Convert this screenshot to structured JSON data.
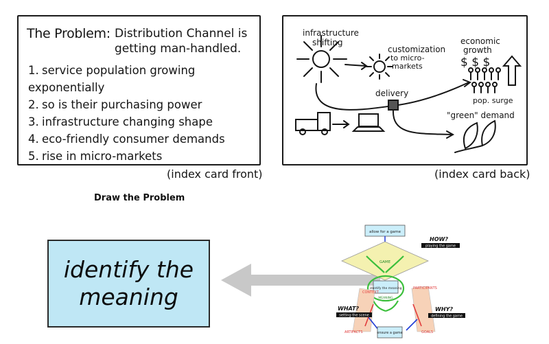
{
  "front_card": {
    "title_label": "The Problem:",
    "title_text": "Distribution Channel is getting man-handled.",
    "items": [
      {
        "num": "1.",
        "text": "service population growing exponentially"
      },
      {
        "num": "2.",
        "text": "so is their purchasing power"
      },
      {
        "num": "3.",
        "text": "infrastructure changing shape"
      },
      {
        "num": "4.",
        "text": "eco-friendly consumer demands"
      },
      {
        "num": "5.",
        "text": "rise in micro-markets"
      }
    ],
    "caption": "(index card front)"
  },
  "back_card": {
    "labels": {
      "infrastructure": "infrastructure",
      "shifting": "shifting",
      "customization": "customization",
      "to_micro": "to micro-",
      "markets": "markets",
      "economic": "economic",
      "growth": "growth",
      "dollars": "$ $ $",
      "pop_surge": "pop. surge",
      "delivery": "delivery",
      "green_demand": "\"green\" demand"
    },
    "caption": "(index card back)"
  },
  "section_title": "Draw the Problem",
  "meaning_box": {
    "text": "identify the meaning"
  },
  "mini_diagram": {
    "how_title": "HOW?",
    "how_sub": "playing the game",
    "what_title": "WHAT?",
    "what_sub": "setting the scene",
    "why_title": "WHY?",
    "why_sub": "defining the game",
    "top_box": "allow for a game",
    "bottom_box": "ensure a game",
    "center_box": "identify the meaning",
    "left_label": "CONTEXT",
    "right_label": "PARTICIPANTS",
    "bottom_left_label": "ARTIFACTS",
    "bottom_right_label": "GOALS",
    "mid_label": "GAME",
    "core_label": "MEANING"
  },
  "colors": {
    "meaning_box_fill": "#bfe7f5",
    "arrow_gray": "#c8c8c8",
    "mini_green": "#3cbf3c",
    "mini_blue": "#1f3bd6",
    "mini_red": "#e23b3b",
    "mini_yellow": "#f4f1b0",
    "mini_peach": "#f7d2b8"
  }
}
